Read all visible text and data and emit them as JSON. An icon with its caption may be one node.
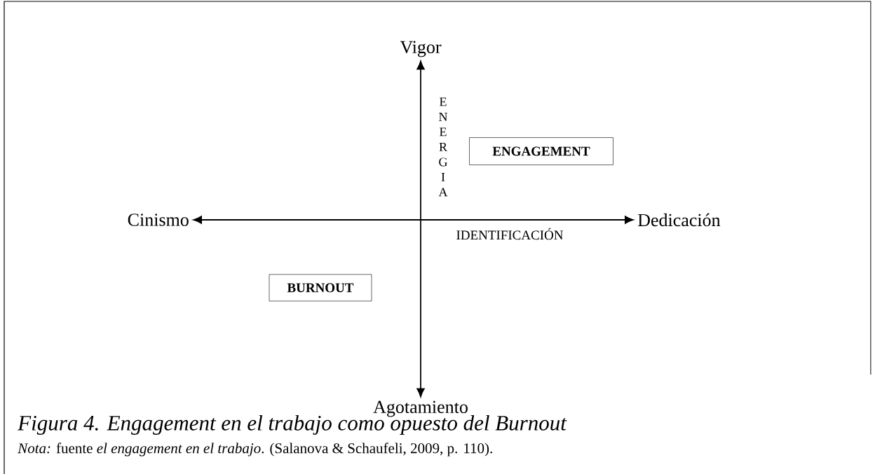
{
  "diagram": {
    "caption": "Figura 4. Engagement en el trabajo como opuesto del Burnout",
    "nodes": [
      {
        "text": [
          "Vigor"
        ]
      },
      {
        "text": [
          "Agotamiento"
        ]
      },
      {
        "text": [
          "Cinismo"
        ]
      },
      {
        "text": [
          "Dedicación"
        ]
      },
      {
        "text": [
          "ENGAGEMENT"
        ]
      },
      {
        "text": [
          "BURNOUT"
        ]
      }
    ],
    "edges": [
      {
        "from": 1,
        "to": 0,
        "arrow": "both"
      },
      {
        "from": 2,
        "to": 3,
        "arrow": "both"
      }
    ],
    "labels": [
      "ENERGIA",
      "IDENTIFICACIÓN",
      "*Nota:* fuente *el engagement en el trabajo*. (Salanova & Schaufeli, 2009, p. 110)."
    ]
  }
}
